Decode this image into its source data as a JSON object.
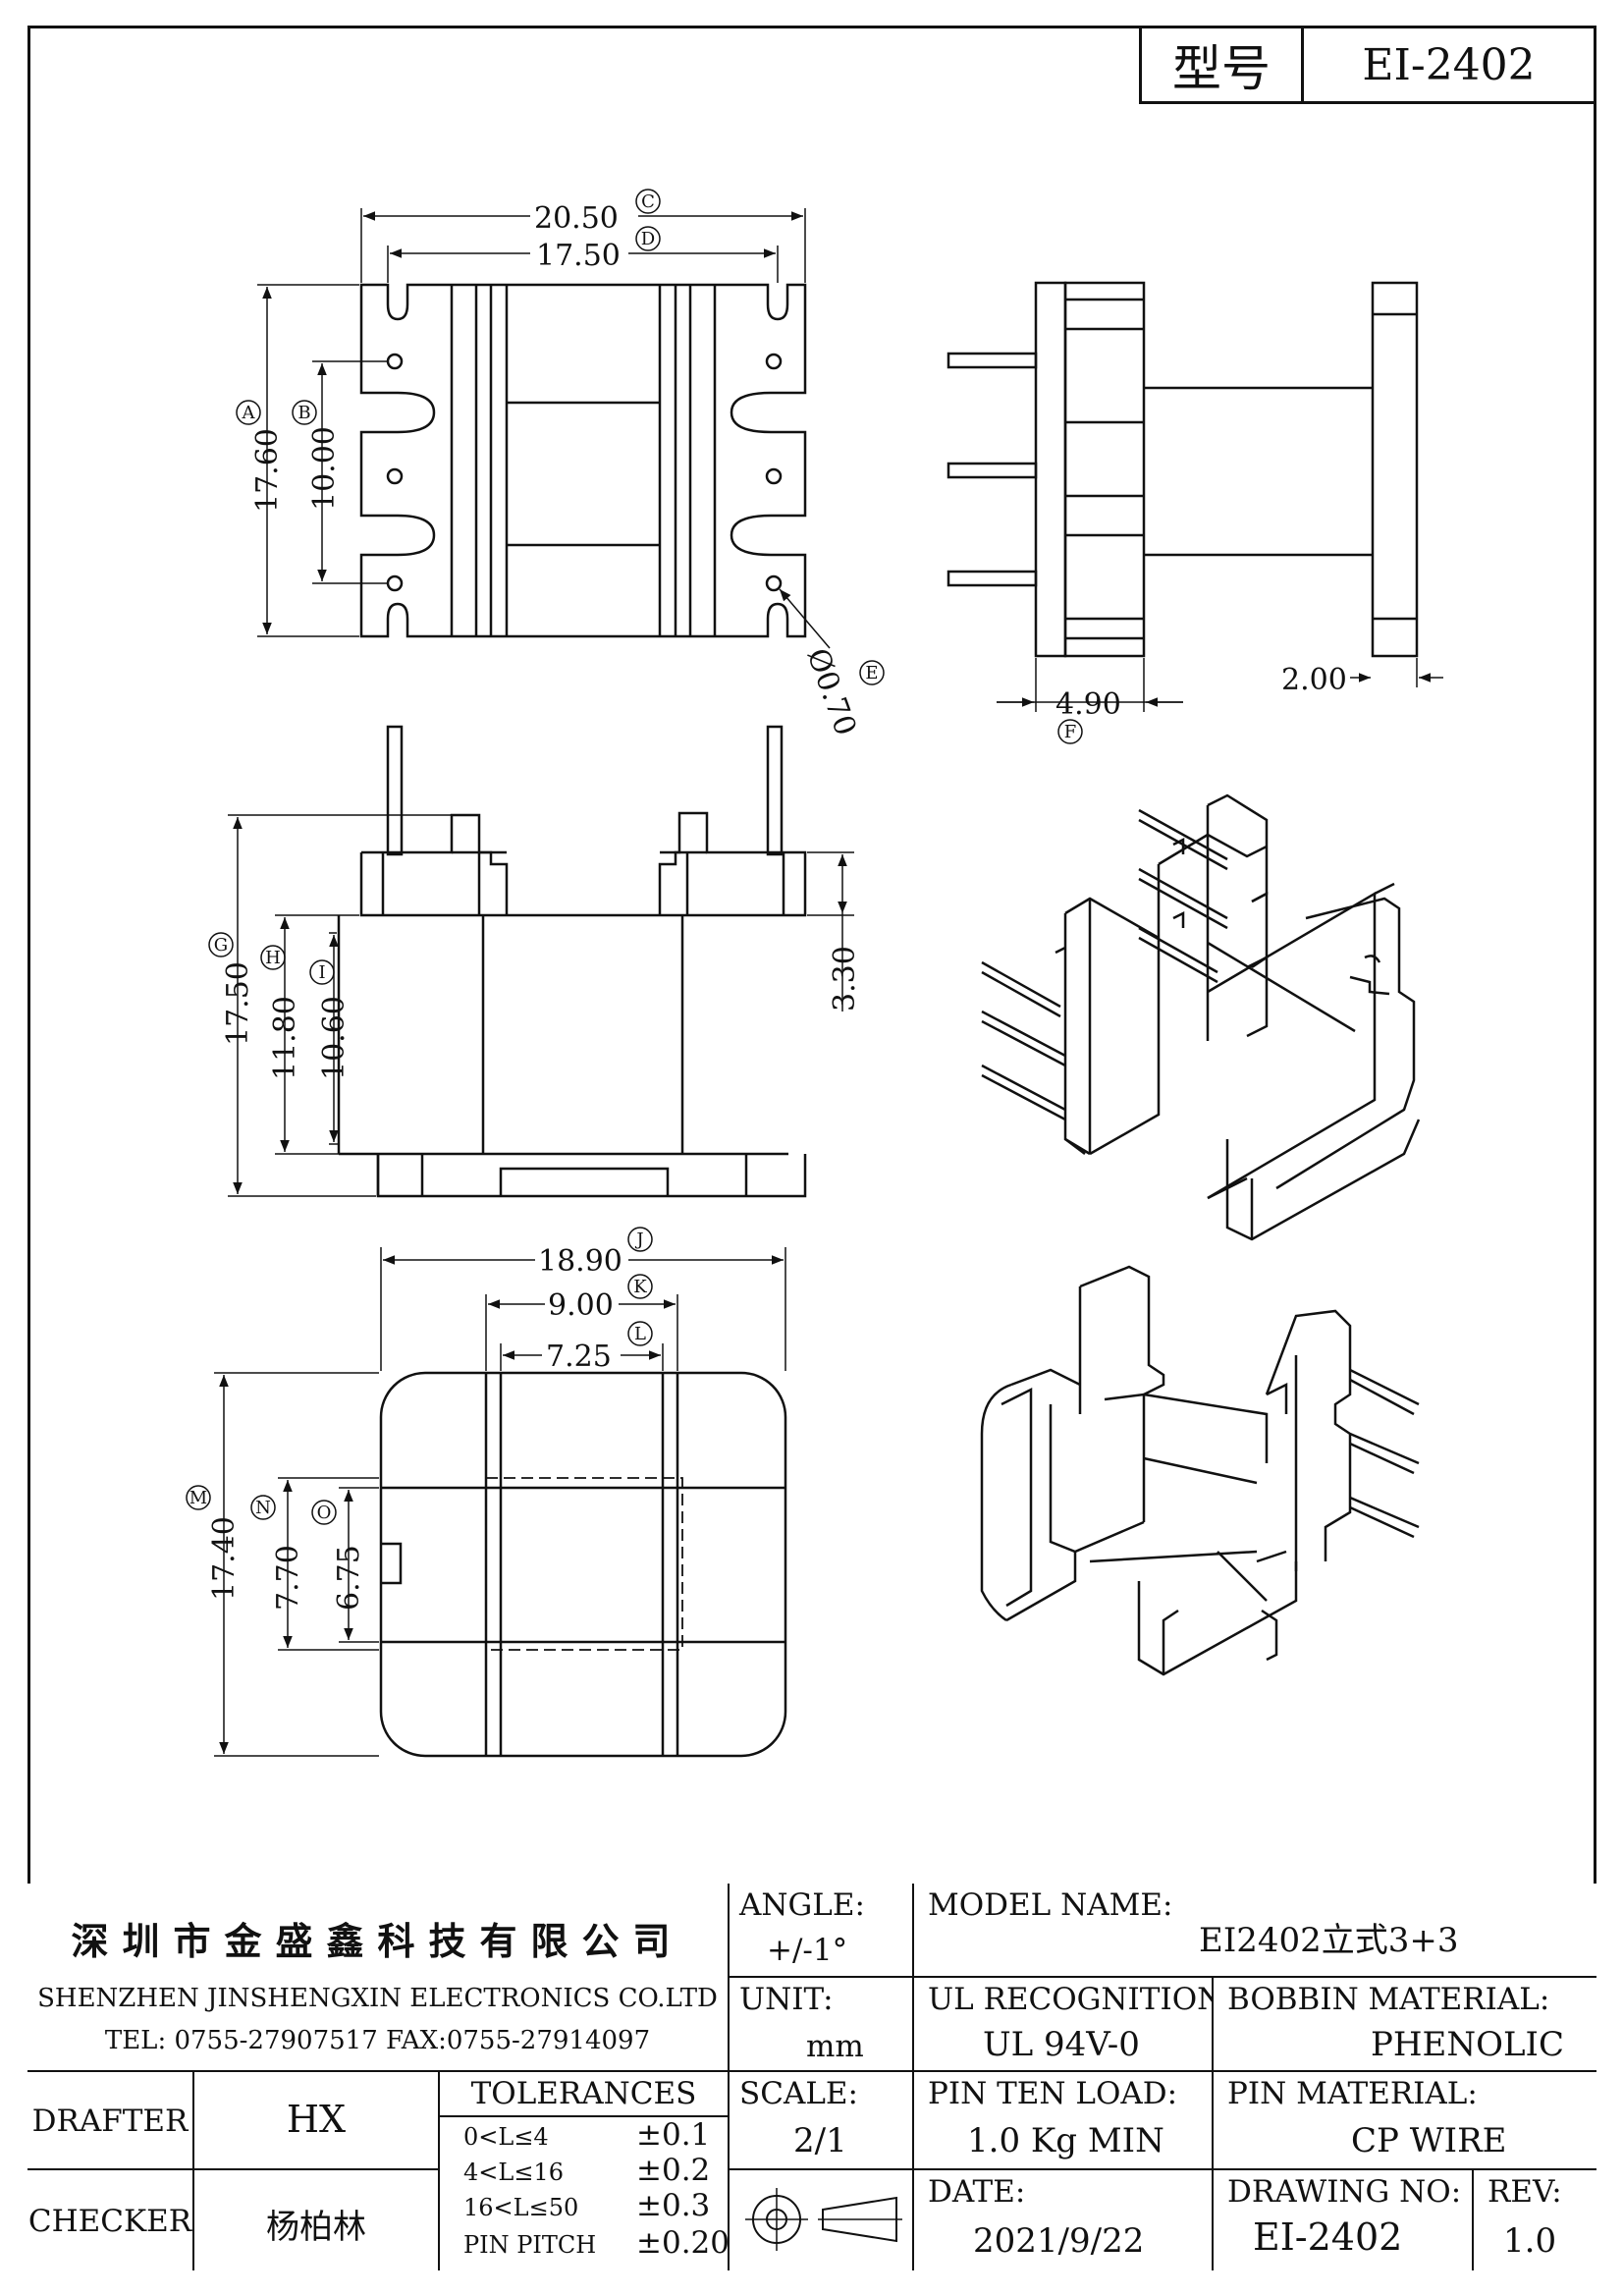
{
  "header": {
    "model_label": "型号",
    "model_value": "EI-2402"
  },
  "dims": {
    "top_view": {
      "width_outer": "20.50",
      "width_outer_ref": "C",
      "width_pins": "17.50",
      "width_pins_ref": "D",
      "height": "17.60",
      "height_ref": "A",
      "pin_span": "10.00",
      "pin_span_ref": "B",
      "pin_dia": "Ø0.70",
      "pin_dia_ref": "E"
    },
    "side_view": {
      "width": "4.90",
      "width_ref": "F",
      "flange": "2.00"
    },
    "front_view": {
      "height_total": "17.50",
      "height_total_ref": "G",
      "inner_1": "11.80",
      "inner_1_ref": "H",
      "inner_2": "10.60",
      "inner_2_ref": "I",
      "base": "3.30"
    },
    "bottom_view": {
      "width_total": "18.90",
      "width_total_ref": "J",
      "core_outer": "9.00",
      "core_outer_ref": "K",
      "core_inner": "7.25",
      "core_inner_ref": "L",
      "height_total": "17.40",
      "height_total_ref": "M",
      "core_h_outer": "7.70",
      "core_h_outer_ref": "N",
      "core_h_inner": "6.75",
      "core_h_inner_ref": "O"
    }
  },
  "title_block": {
    "company_cn": "深圳市金盛鑫科技有限公司",
    "company_en": "SHENZHEN JINSHENGXIN ELECTRONICS CO.LTD",
    "contact": "TEL: 0755-27907517   FAX:0755-27914097",
    "angle_label": "ANGLE:",
    "angle_value": "+/-1°",
    "model_name_label": "MODEL NAME:",
    "model_name_value": "EI2402立式3+3",
    "unit_label": "UNIT:",
    "unit_value": "mm",
    "ul_label": "UL RECOGNITION:",
    "ul_value": "UL 94V-0",
    "bobbin_label": "BOBBIN MATERIAL:",
    "bobbin_value": "PHENOLIC",
    "drafter_label": "DRAFTER",
    "drafter_value": "HX",
    "tolerances_label": "TOLERANCES",
    "tolerances": [
      {
        "range": "0<L≤4",
        "value": "±0.1"
      },
      {
        "range": "4<L≤16",
        "value": "±0.2"
      },
      {
        "range": "16<L≤50",
        "value": "±0.3"
      },
      {
        "range": "PIN PITCH",
        "value": "±0.20"
      }
    ],
    "scale_label": "SCALE:",
    "scale_value": "2/1",
    "pin_load_label": "PIN TEN LOAD:",
    "pin_load_value": "1.0 Kg MIN",
    "pin_material_label": "PIN MATERIAL:",
    "pin_material_value": "CP WIRE",
    "checker_label": "CHECKER",
    "checker_value": "杨柏林",
    "date_label": "DATE:",
    "date_value": "2021/9/22",
    "drawing_no_label": "DRAWING NO:",
    "drawing_no_value": "EI-2402",
    "rev_label": "REV:",
    "rev_value": "1.0"
  }
}
